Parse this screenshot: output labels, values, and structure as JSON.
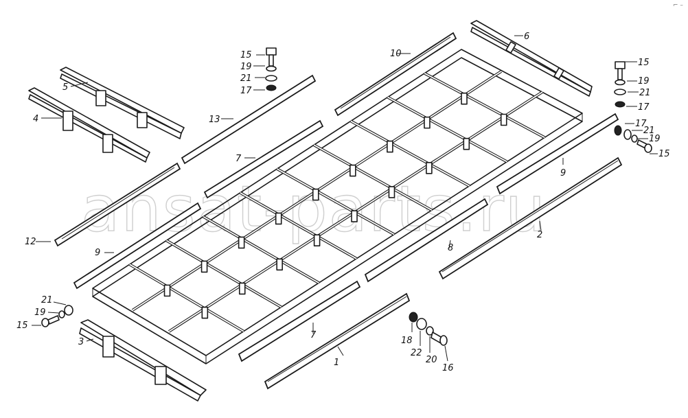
{
  "watermark": "ansat-parts.ru",
  "corner_mark": "⌐ –",
  "labels": [
    {
      "id": "1",
      "text": "1"
    },
    {
      "id": "2",
      "text": "2"
    },
    {
      "id": "3",
      "text": "3"
    },
    {
      "id": "4",
      "text": "4"
    },
    {
      "id": "5",
      "text": "5"
    },
    {
      "id": "6",
      "text": "6"
    },
    {
      "id": "7a",
      "text": "7"
    },
    {
      "id": "7b",
      "text": "7"
    },
    {
      "id": "8",
      "text": "8"
    },
    {
      "id": "9a",
      "text": "9"
    },
    {
      "id": "9b",
      "text": "9"
    },
    {
      "id": "10",
      "text": "10"
    },
    {
      "id": "12",
      "text": "12"
    },
    {
      "id": "13",
      "text": "13"
    },
    {
      "id": "15a",
      "text": "15"
    },
    {
      "id": "19a",
      "text": "19"
    },
    {
      "id": "21a",
      "text": "21"
    },
    {
      "id": "17a",
      "text": "17"
    },
    {
      "id": "15b",
      "text": "15"
    },
    {
      "id": "19b",
      "text": "19"
    },
    {
      "id": "21b",
      "text": "21"
    },
    {
      "id": "17b",
      "text": "17"
    },
    {
      "id": "17c",
      "text": "17"
    },
    {
      "id": "21c",
      "text": "21"
    },
    {
      "id": "19c",
      "text": "19"
    },
    {
      "id": "15c",
      "text": "15"
    },
    {
      "id": "21d",
      "text": "21"
    },
    {
      "id": "19d",
      "text": "19"
    },
    {
      "id": "15d",
      "text": "15"
    },
    {
      "id": "18",
      "text": "18"
    },
    {
      "id": "22",
      "text": "22"
    },
    {
      "id": "20",
      "text": "20"
    },
    {
      "id": "16",
      "text": "16"
    }
  ]
}
